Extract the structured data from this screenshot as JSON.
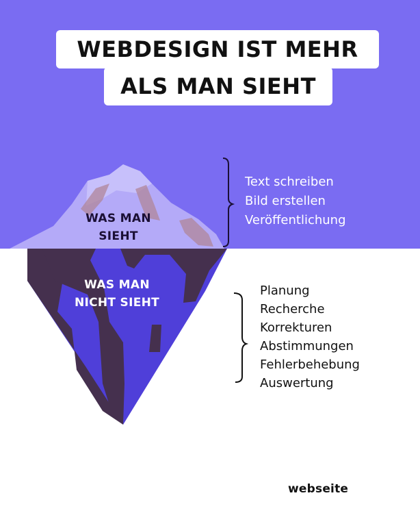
{
  "title": {
    "line1": "WEBDESIGN IST MEHR",
    "line2": "ALS MAN SIEHT"
  },
  "visible_part": {
    "label_line1": "WAS MAN",
    "label_line2": "SIEHT",
    "items": [
      "Text schreiben",
      "Bild erstellen",
      "Veröffentlichung"
    ]
  },
  "hidden_part": {
    "label_line1": "WAS MAN",
    "label_line2": "NICHT SIEHT",
    "items": [
      "Planung",
      "Recherche",
      "Korrekturen",
      "Abstimmungen",
      "Fehlerbehebung",
      "Auswertung"
    ]
  },
  "brand": "webseite",
  "colors": {
    "sky": "#7a6cf2",
    "ice_tip": "#b4aaf8",
    "ice_tip_highlight": "#c7c0fb",
    "ice_tip_shade": "#b0869a",
    "ice_underwater": "#4f3fd9",
    "ice_dark": "#45304e"
  }
}
